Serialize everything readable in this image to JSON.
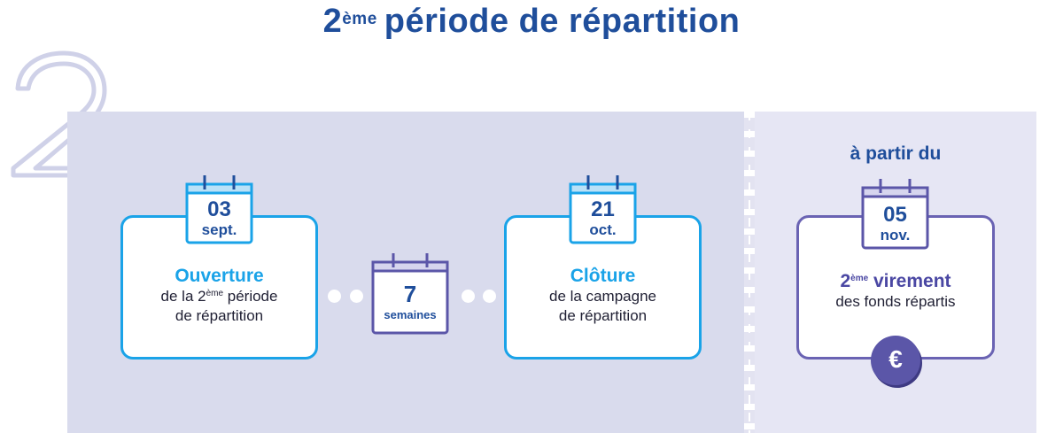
{
  "title": {
    "prefix": "2",
    "sup": "ème",
    "main": "période de répartition"
  },
  "colors": {
    "navy": "#1f4e9b",
    "blue": "#1aa3e8",
    "purple": "#6a63b3",
    "panel": "#d9dbed"
  },
  "steps": [
    {
      "day": "03",
      "month": "sept.",
      "head": "Ouverture",
      "line1_pre": "de la 2",
      "line1_sup": "ème",
      "line1_post": " période",
      "line2": "de répartition"
    },
    {
      "day": "7",
      "month": "semaines"
    },
    {
      "day": "21",
      "month": "oct.",
      "head": "Clôture",
      "line1": "de la campagne",
      "line2": "de répartition"
    },
    {
      "intro": "à partir du",
      "day": "05",
      "month": "nov.",
      "head_pre": "2",
      "head_sup": "ème",
      "head_post": " virement",
      "line1": "des fonds répartis",
      "icon": "euro-coin-icon",
      "euro": "€"
    }
  ]
}
